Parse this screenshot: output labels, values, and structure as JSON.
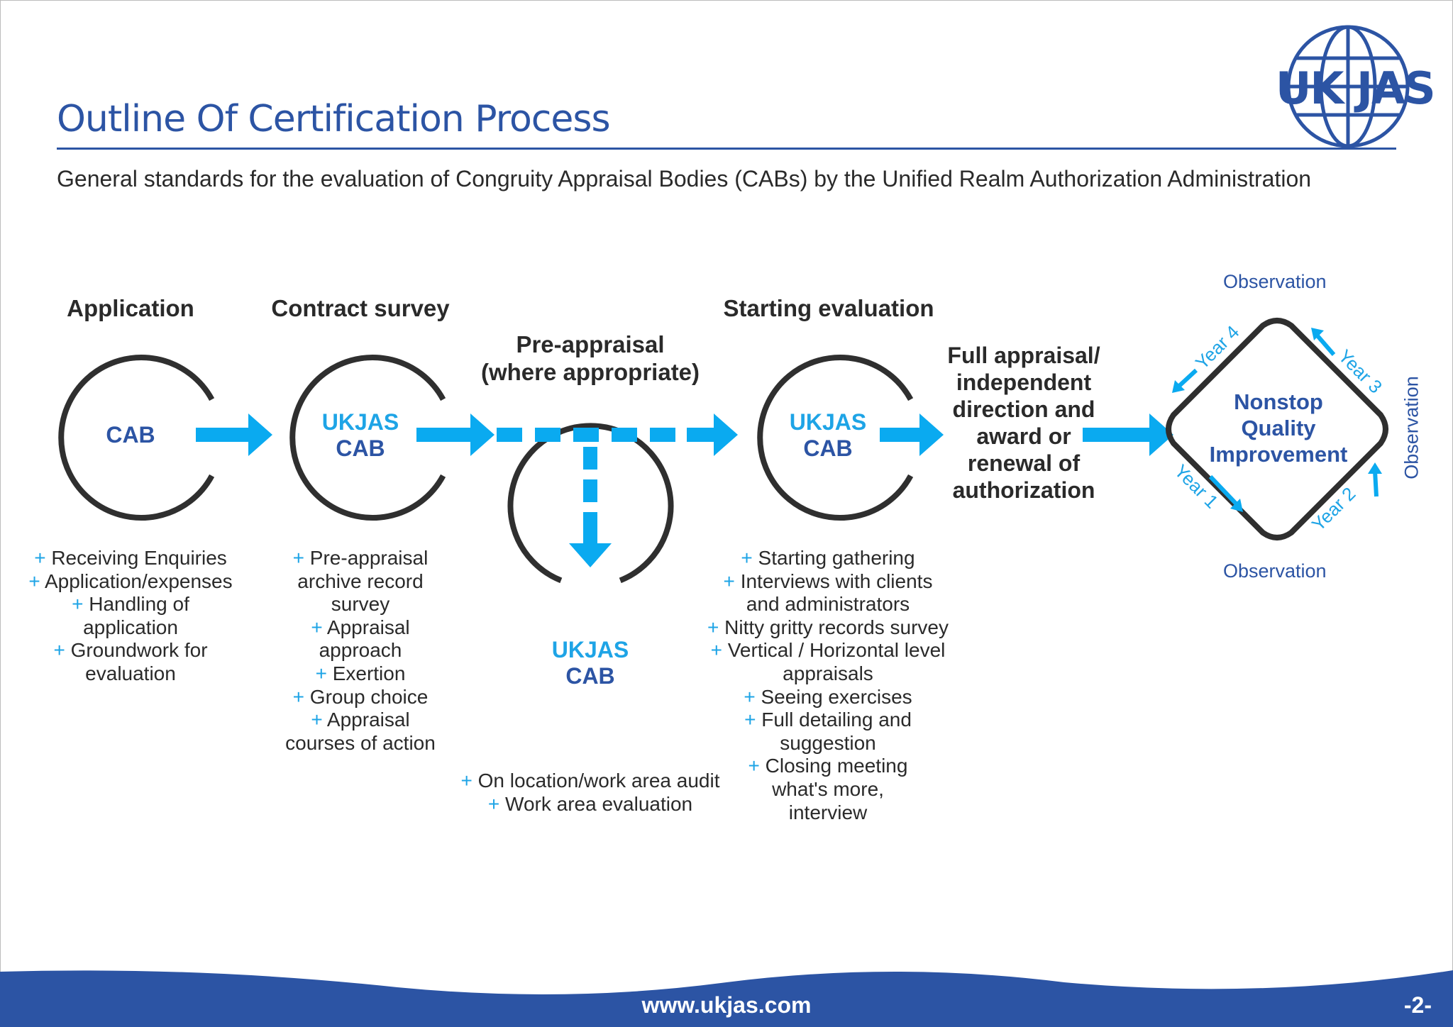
{
  "header": {
    "title": "Outline Of Certification Process",
    "subtitle": "General standards for the evaluation of Congruity Appraisal Bodies (CABs) by the Unified Realm Authorization Administration",
    "logo_text": "UK JAS"
  },
  "colors": {
    "dark_blue": "#2c54a4",
    "light_blue": "#1ea4e6",
    "ring": "#2f2f2f",
    "arrow": "#0aaaf0"
  },
  "stages": {
    "application": {
      "title": "Application",
      "node": [
        "CAB"
      ],
      "bullets": [
        "Receiving Enquiries",
        "Application/expenses",
        "Handling of application",
        "Groundwork for evaluation"
      ]
    },
    "contract": {
      "title": "Contract survey",
      "node": [
        "UKJAS",
        "CAB"
      ],
      "bullets": [
        "Pre-appraisal archive record survey",
        "Appraisal approach",
        "Exertion",
        "Group choice",
        "Appraisal courses of action"
      ]
    },
    "pre_appraisal": {
      "title_line1": "Pre-appraisal",
      "title_line2": "(where appropriate)",
      "node": [
        "UKJAS",
        "CAB"
      ],
      "bullets": [
        "On location/work area audit",
        "Work area evaluation"
      ]
    },
    "starting": {
      "title": "Starting evaluation",
      "node": [
        "UKJAS",
        "CAB"
      ],
      "bullets": [
        "Starting gathering",
        "Interviews with clients and administrators",
        "Nitty gritty records survey",
        "Vertical / Horizontal level appraisals",
        "Seeing exercises",
        "Full detailing and suggestion",
        "Closing meeting what's more, interview"
      ]
    },
    "full": {
      "text": "Full appraisal/ independent direction and award or renewal of authorization"
    }
  },
  "cycle": {
    "center": [
      "Nonstop",
      "Quality",
      "Improvement"
    ],
    "observations": [
      "Observation",
      "Observation",
      "Observation"
    ],
    "years": [
      "Year 1",
      "Year 2",
      "Year 3",
      "Year 4"
    ]
  },
  "footer": {
    "url": "www.ukjas.com",
    "page": "-2-"
  }
}
